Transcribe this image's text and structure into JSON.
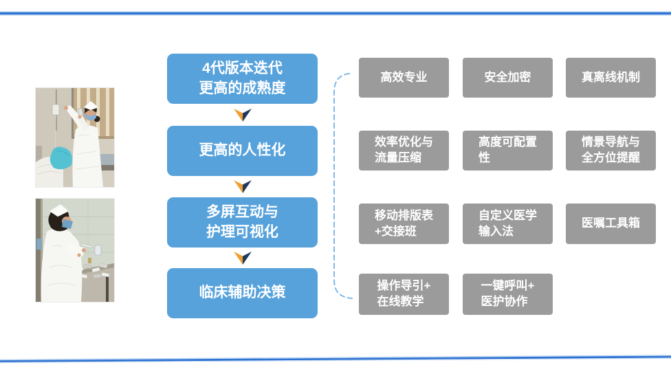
{
  "slide": {
    "background": "#FFFFFF",
    "accent_line_color": "#2E73D2",
    "accent_line_glow": "#AECBF2"
  },
  "photos": [
    {
      "name": "nurse-adjusting-iv-drip"
    },
    {
      "name": "nurse-preparing-medication"
    }
  ],
  "flow": {
    "box_color": "#57A2DB",
    "text_color": "#FFFFFF",
    "steps": [
      {
        "label": "4代版本迭代\n更高的成熟度"
      },
      {
        "label": "更高的人性化"
      },
      {
        "label": "多屏互动与\n护理可视化"
      },
      {
        "label": "临床辅助决策"
      }
    ],
    "arrow": {
      "left_color": "#F0A030",
      "right_color": "#203A5F"
    }
  },
  "features": {
    "box_color": "#9B9B9B",
    "text_color": "#FFFFFF",
    "connector_color": "#7EB8E8",
    "rows": [
      {
        "items": [
          {
            "label": "高效专业"
          },
          {
            "label": "安全加密"
          },
          {
            "label": "真离线机制"
          }
        ]
      },
      {
        "items": [
          {
            "label": "效率优化与\n流量压缩"
          },
          {
            "label": "高度可配置\n性"
          },
          {
            "label": "情景导航与\n全方位提醒"
          }
        ]
      },
      {
        "items": [
          {
            "label": "移动排版表\n+交接班"
          },
          {
            "label": "自定义医学\n输入法"
          },
          {
            "label": "医嘱工具箱"
          }
        ]
      },
      {
        "items": [
          {
            "label": "操作导引+\n在线教学"
          },
          {
            "label": "一键呼叫+\n医护协作"
          }
        ]
      }
    ]
  }
}
